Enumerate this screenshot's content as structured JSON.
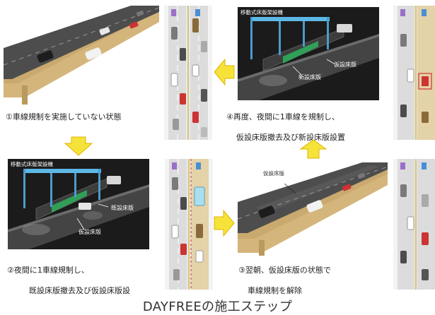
{
  "steps": {
    "step1": {
      "caption": "①車線規制を実施していない状態"
    },
    "step2": {
      "caption_line1": "②夜間に1車線規制し、",
      "caption_line2": "既設床版撤去及び仮設床版設",
      "machine_label": "移動式床版架設機",
      "existing_deck_label": "既設床版",
      "temporary_deck_label": "仮設床版"
    },
    "step3": {
      "caption_line1": "③翌朝、仮設床版の状態で",
      "caption_line2": "車線規制を解除",
      "temporary_deck_label": "仮設床版"
    },
    "step4": {
      "caption_line1": "④再度、夜間に1車線を規制し、",
      "caption_line2": "仮設床版撤去及び新設床版設置",
      "machine_label": "移動式床版架設機",
      "temporary_deck_label": "仮設床版",
      "new_deck_label": "新設床版"
    }
  },
  "footer": {
    "title": "DAYFREEの施工ステップ"
  },
  "colors": {
    "arrow_fill": "#f6e33a",
    "arrow_stroke": "#e0b400",
    "night_background": "#1b1b1b",
    "deck_color": "#4a4a4a",
    "girder_color": "#d6b77a",
    "machine_green": "#27c25a"
  }
}
